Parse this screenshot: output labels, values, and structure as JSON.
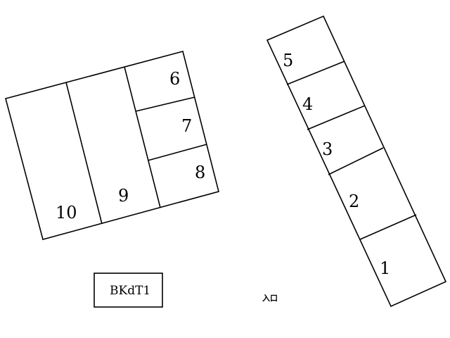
{
  "building_label": "BKdT1",
  "entrance_label": "入口",
  "left_block": {
    "plots": [
      {
        "number": "6"
      },
      {
        "number": "7"
      },
      {
        "number": "8"
      },
      {
        "number": "9"
      },
      {
        "number": "10"
      }
    ]
  },
  "right_strip": {
    "plots": [
      {
        "number": "5"
      },
      {
        "number": "4"
      },
      {
        "number": "3"
      },
      {
        "number": "2"
      },
      {
        "number": "1"
      }
    ]
  }
}
